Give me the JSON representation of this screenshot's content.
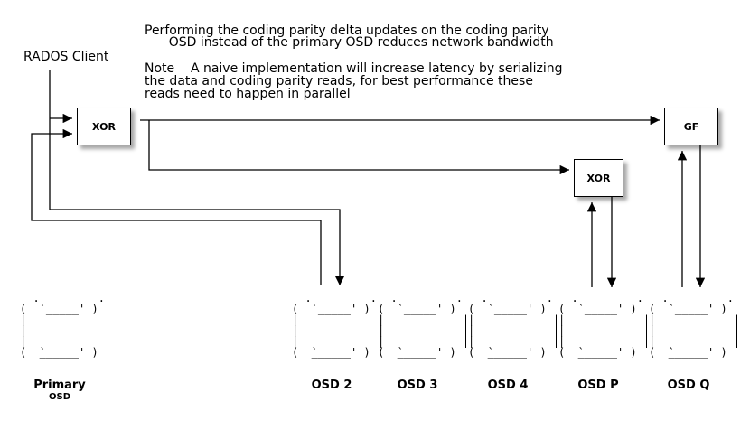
{
  "note": {
    "line1": "Performing the coding parity delta updates on the coding parity",
    "line2": "      OSD instead of the primary OSD reduces network bandwidth",
    "line3": "Note    A naive implementation will increase latency by serializing",
    "line4": "the data and coding parity reads, for best performance these",
    "line5": "reads need to happen in parallel"
  },
  "client_label": "RADOS Client",
  "boxes": {
    "xor_left": "XOR",
    "xor_right": "XOR",
    "gf": "GF"
  },
  "osds": [
    {
      "label": "Primary",
      "sublabel": "OSD"
    },
    {
      "label": "OSD 2"
    },
    {
      "label": "OSD 3"
    },
    {
      "label": "OSD 4"
    },
    {
      "label": "OSD P"
    },
    {
      "label": "OSD Q"
    }
  ],
  "cylinder_glyph": {
    "top": "  .  _____  .",
    "row2": "(  `_____' )",
    "mid": "|            |",
    "bottom": "(  `_____' )"
  }
}
